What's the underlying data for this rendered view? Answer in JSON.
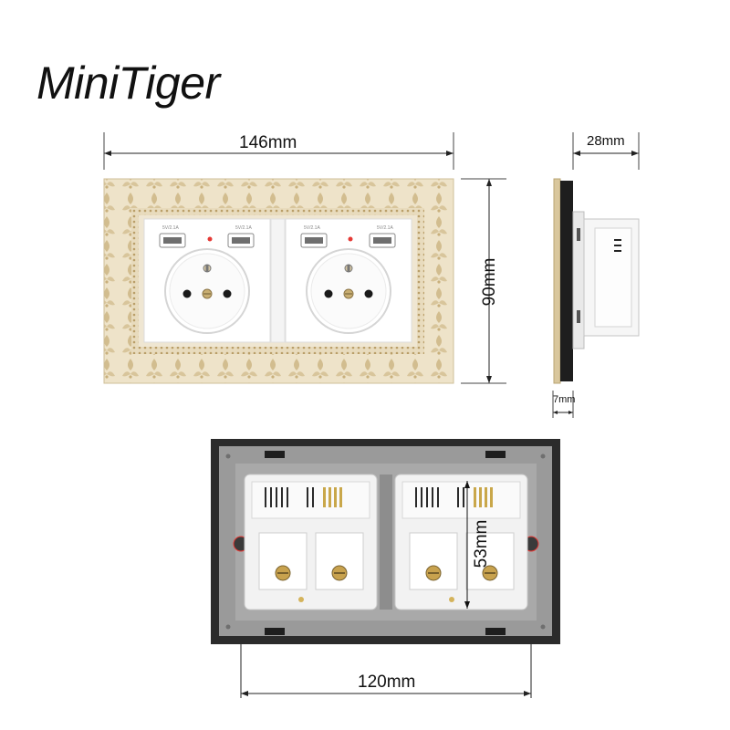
{
  "brand": {
    "name": "MiniTiger"
  },
  "dimensions": {
    "front_width": "146mm",
    "front_height": "90mm",
    "side_depth": "28mm",
    "side_plate": "7mm",
    "back_center_height": "53mm",
    "back_mount_width": "120mm"
  },
  "colors": {
    "frame_gold": "#e9dcc0",
    "ornament": "#d3bf93",
    "socket_white": "#ffffff",
    "back_frame": "#2b2b2b",
    "back_plate": "#9a9a9a",
    "indicator_red": "#e53935"
  }
}
